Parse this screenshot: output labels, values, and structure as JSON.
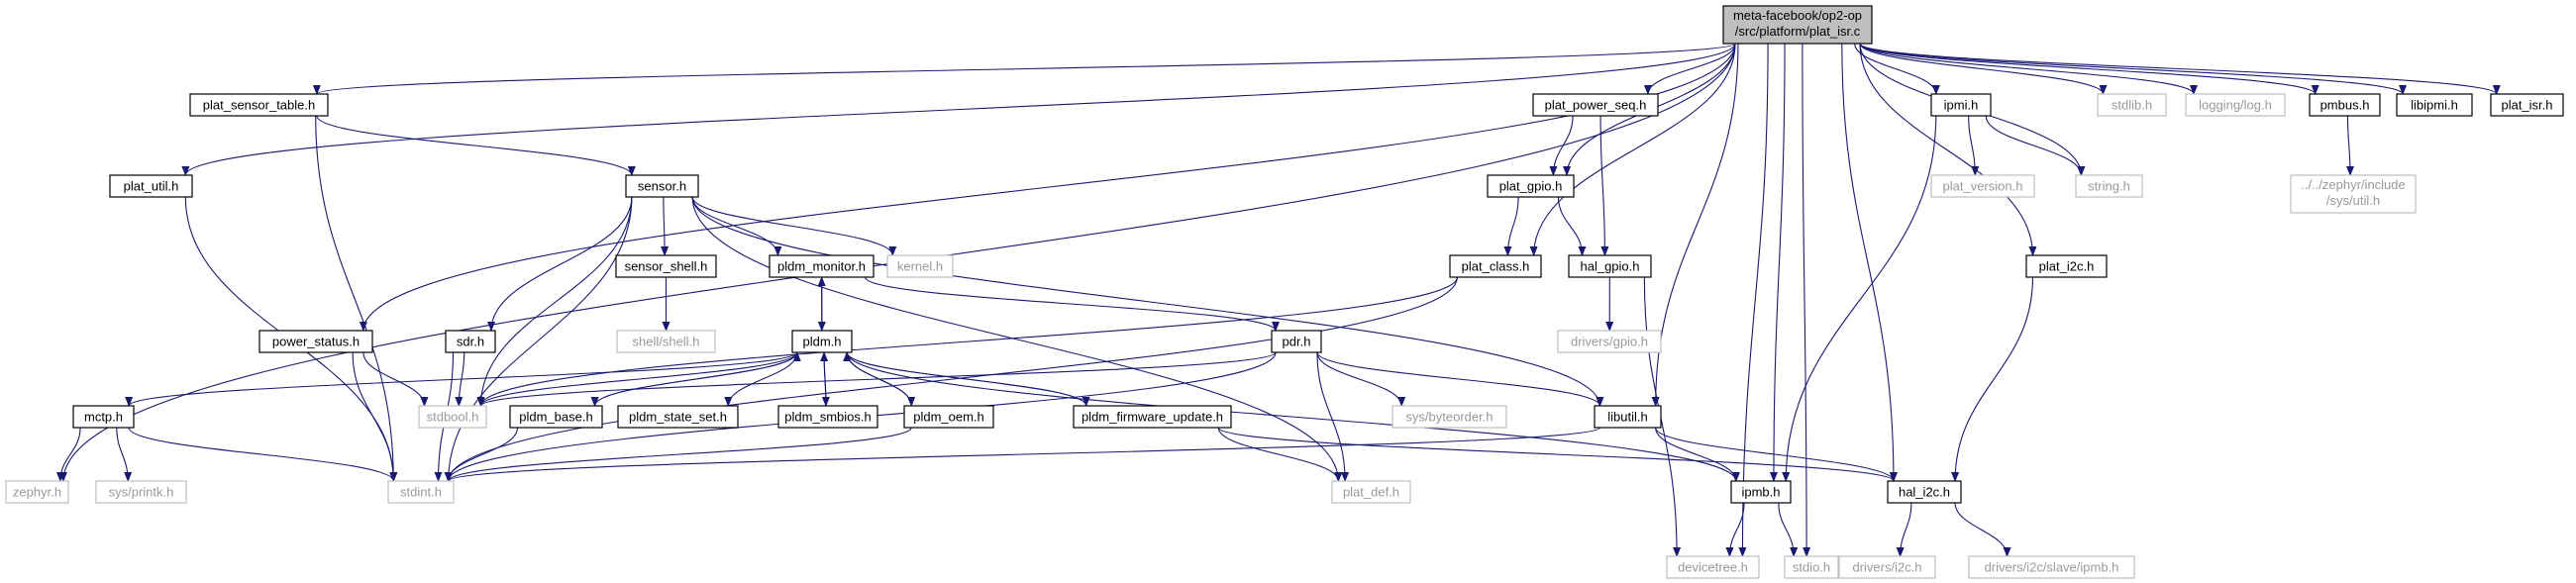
{
  "diagram": {
    "title": "meta-facebook/op2-op/src/platform/plat_isr.c",
    "colors": {
      "edge": "#191970",
      "root_fill": "#bfbfbf",
      "node_border": "#000000",
      "external_border": "#bfbfbf",
      "external_text": "#999999"
    },
    "nodes": {
      "plat_isr_c": [
        "meta-facebook/op2-op",
        "/src/platform/plat_isr.c"
      ],
      "plat_sensor_table_h": "plat_sensor_table.h",
      "plat_util_h": "plat_util.h",
      "sensor_h": "sensor.h",
      "power_status_h": "power_status.h",
      "plat_power_seq_h": "plat_power_seq.h",
      "plat_gpio_h": "plat_gpio.h",
      "plat_class_h": "plat_class.h",
      "hal_gpio_h": "hal_gpio.h",
      "drivers_gpio_h": "drivers/gpio.h",
      "ipmi_h": "ipmi.h",
      "plat_version_h": "plat_version.h",
      "string_h": "string.h",
      "stdlib_h": "stdlib.h",
      "logging_log_h": "logging/log.h",
      "pmbus_h": "pmbus.h",
      "zephyr_sys_util_h": [
        "../../zephyr/include",
        "/sys/util.h"
      ],
      "libipmi_h": "libipmi.h",
      "plat_isr_h": "plat_isr.h",
      "plat_i2c_h": "plat_i2c.h",
      "sensor_shell_h": "sensor_shell.h",
      "shell_shell_h": "shell/shell.h",
      "pldm_monitor_h": "pldm_monitor.h",
      "kernel_h": "kernel.h",
      "sdr_h": "sdr.h",
      "pldm_h": "pldm.h",
      "pdr_h": "pdr.h",
      "sys_byteorder_h": "sys/byteorder.h",
      "mctp_h": "mctp.h",
      "stdbool_h": "stdbool.h",
      "pldm_base_h": "pldm_base.h",
      "pldm_state_set_h": "pldm_state_set.h",
      "pldm_smbios_h": "pldm_smbios.h",
      "pldm_oem_h": "pldm_oem.h",
      "pldm_firmware_update_h": "pldm_firmware_update.h",
      "libutil_h": "libutil.h",
      "zephyr_h": "zephyr.h",
      "sys_printk_h": "sys/printk.h",
      "stdint_h": "stdint.h",
      "plat_def_h": "plat_def.h",
      "ipmb_h": "ipmb.h",
      "hal_i2c_h": "hal_i2c.h",
      "devicetree_h": "devicetree.h",
      "stdio_h": "stdio.h",
      "drivers_i2c_h": "drivers/i2c.h",
      "drivers_i2c_slave_ipmb_h": "drivers/i2c/slave/ipmb.h"
    }
  }
}
